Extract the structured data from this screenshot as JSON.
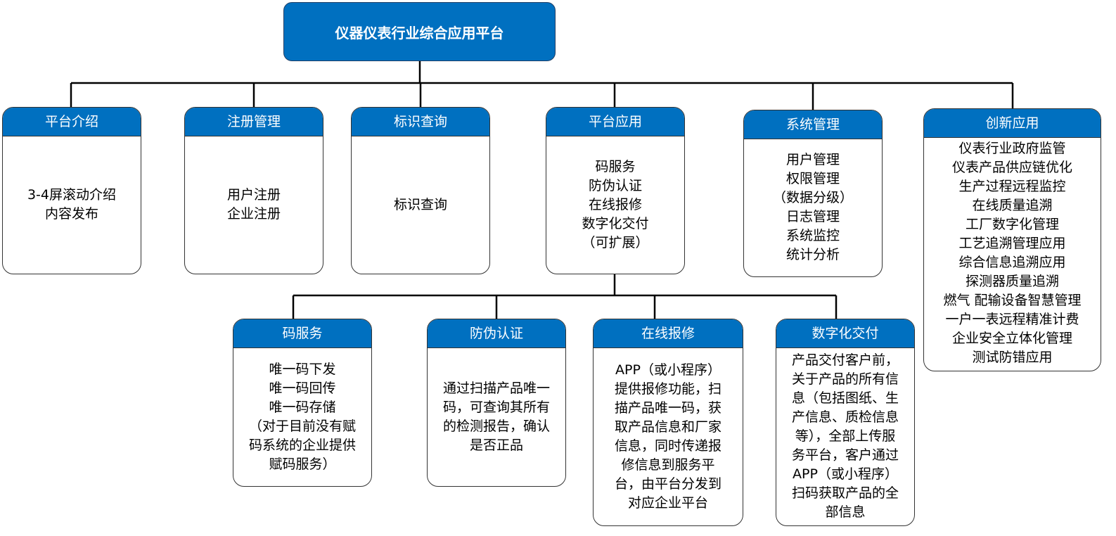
{
  "root": {
    "title": "仪器仪表行业综合应用平台"
  },
  "level1": [
    {
      "title": "平台介绍",
      "lines": [
        "3-4屏滚动介绍",
        "内容发布"
      ]
    },
    {
      "title": "注册管理",
      "lines": [
        "用户注册",
        "企业注册"
      ]
    },
    {
      "title": "标识查询",
      "lines": [
        "标识查询"
      ]
    },
    {
      "title": "平台应用",
      "lines": [
        "码服务",
        "防伪认证",
        "在线报修",
        "数字化交付",
        "（可扩展）"
      ]
    },
    {
      "title": "系统管理",
      "lines": [
        "用户管理",
        "权限管理",
        "（数据分级）",
        "日志管理",
        "系统监控",
        "统计分析"
      ]
    },
    {
      "title": "创新应用",
      "lines": [
        "仪表行业政府监管",
        "仪表产品供应链优化",
        "生产过程远程监控",
        "在线质量追溯",
        "工厂数字化管理",
        "工艺追溯管理应用",
        "综合信息追溯应用",
        "探测器质量追溯",
        "燃气 配输设备智慧管理",
        "一户一表远程精准计费",
        "企业安全立体化管理",
        "测试防错应用"
      ]
    }
  ],
  "level2": [
    {
      "title": "码服务",
      "lines": [
        "唯一码下发",
        "唯一码回传",
        "唯一码存储",
        "（对于目前没有赋",
        "码系统的企业提供",
        "赋码服务）"
      ]
    },
    {
      "title": "防伪认证",
      "lines": [
        "通过扫描产品唯一",
        "码，可查询其所有",
        "的检测报告，确认",
        "是否正品"
      ]
    },
    {
      "title": "在线报修",
      "lines": [
        "APP（或小程序）",
        "提供报修功能，扫",
        "描产品唯一码，获",
        "取产品信息和厂家",
        "信息，同时传递报",
        "修信息到服务平",
        "台，由平台分发到",
        "对应企业平台"
      ]
    },
    {
      "title": "数字化交付",
      "lines": [
        "产品交付客户前，",
        "关于产品的所有信",
        "息（包括图纸、生",
        "产信息、质检信息",
        "等），全部上传服",
        "务平台，客户通过",
        "APP（或小程序）",
        "扫码获取产品的全",
        "部信息"
      ]
    }
  ]
}
